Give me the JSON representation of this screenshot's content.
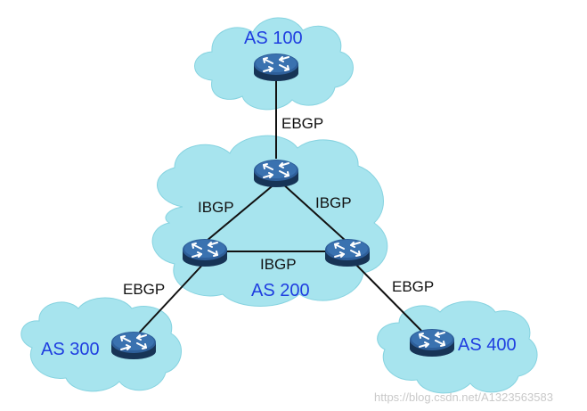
{
  "colors": {
    "cloud_fill": "#a7e4ee",
    "cloud_stroke": "#7fcfdd",
    "as_label": "#1f3ee0",
    "link_line": "#111111",
    "router_top": "#2e5f9a",
    "router_side": "#173456"
  },
  "icons": {
    "router": "router-icon",
    "cloud": "cloud-shape"
  },
  "clouds": {
    "as100": {
      "label": "AS 100"
    },
    "as200": {
      "label": "AS 200"
    },
    "as300": {
      "label": "AS 300"
    },
    "as400": {
      "label": "AS 400"
    }
  },
  "links": {
    "as100_to_as200": {
      "label": "EBGP",
      "type": "EBGP"
    },
    "as200_left_internal": {
      "label": "IBGP",
      "type": "IBGP"
    },
    "as200_right_internal": {
      "label": "IBGP",
      "type": "IBGP"
    },
    "as200_bottom_internal": {
      "label": "IBGP",
      "type": "IBGP"
    },
    "as200_to_as300": {
      "label": "EBGP",
      "type": "EBGP"
    },
    "as200_to_as400": {
      "label": "EBGP",
      "type": "EBGP"
    }
  },
  "watermark": "https://blog.csdn.net/A1323563583"
}
